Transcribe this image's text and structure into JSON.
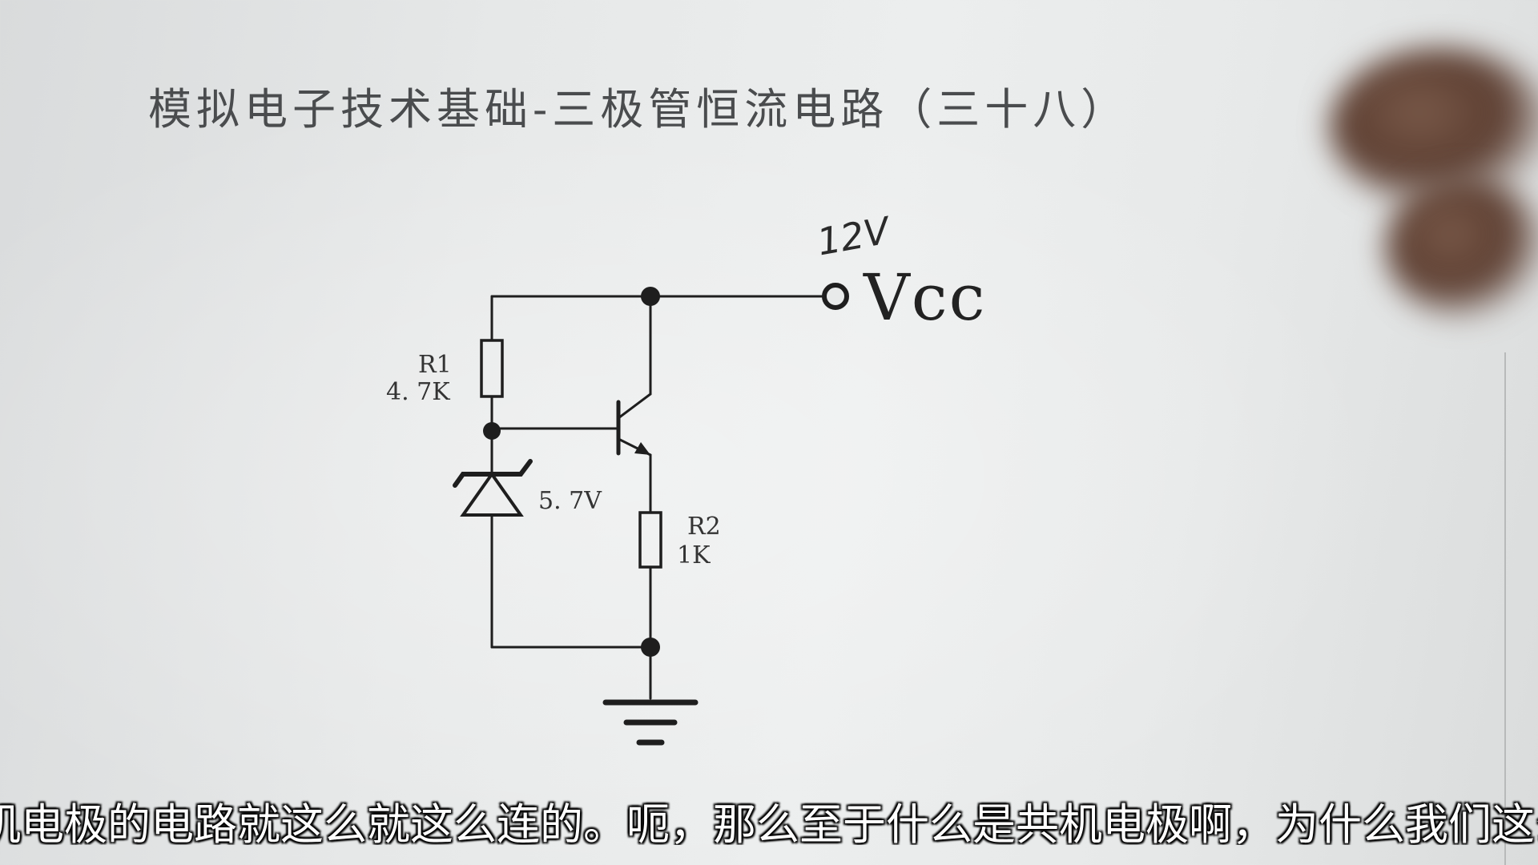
{
  "title": "模拟电子技术基础-三极管恒流电路（三十八）",
  "supply": {
    "handwritten_voltage": "12V",
    "terminal_label": "Vcc"
  },
  "components": {
    "r1": {
      "name": "R1",
      "value": "4. 7K"
    },
    "zener": {
      "value": "5. 7V"
    },
    "r2": {
      "name": "R2",
      "value": "1K"
    }
  },
  "subtitle": "机电极的电路就这么就这么连的。呃，那么至于什么是共机电极啊，为什么我们这么"
}
